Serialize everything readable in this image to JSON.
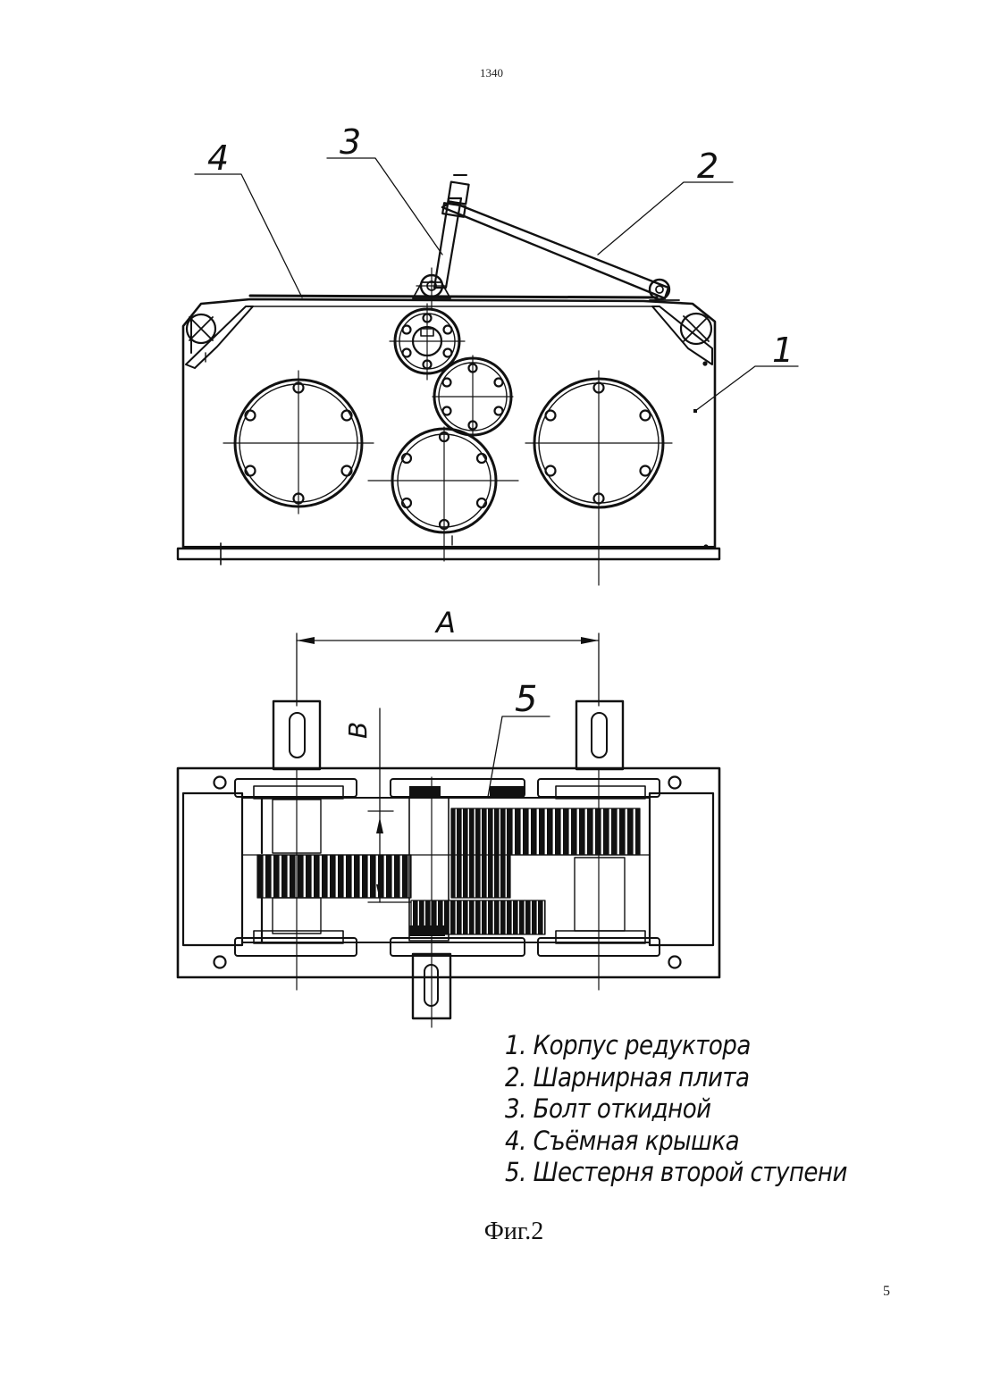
{
  "document": {
    "number": "1340",
    "page_number": "5",
    "figure_caption": "Фиг.2"
  },
  "callouts": {
    "c1": "1",
    "c2": "2",
    "c3": "3",
    "c4": "4",
    "c5": "5",
    "dim_a": "A",
    "dim_b": "B"
  },
  "legend": [
    "1. Корпус редуктора",
    "2. Шарнирная плита",
    "3. Болт откидной",
    "4. Съёмная крышка",
    "5. Шестерня второй ступени"
  ]
}
